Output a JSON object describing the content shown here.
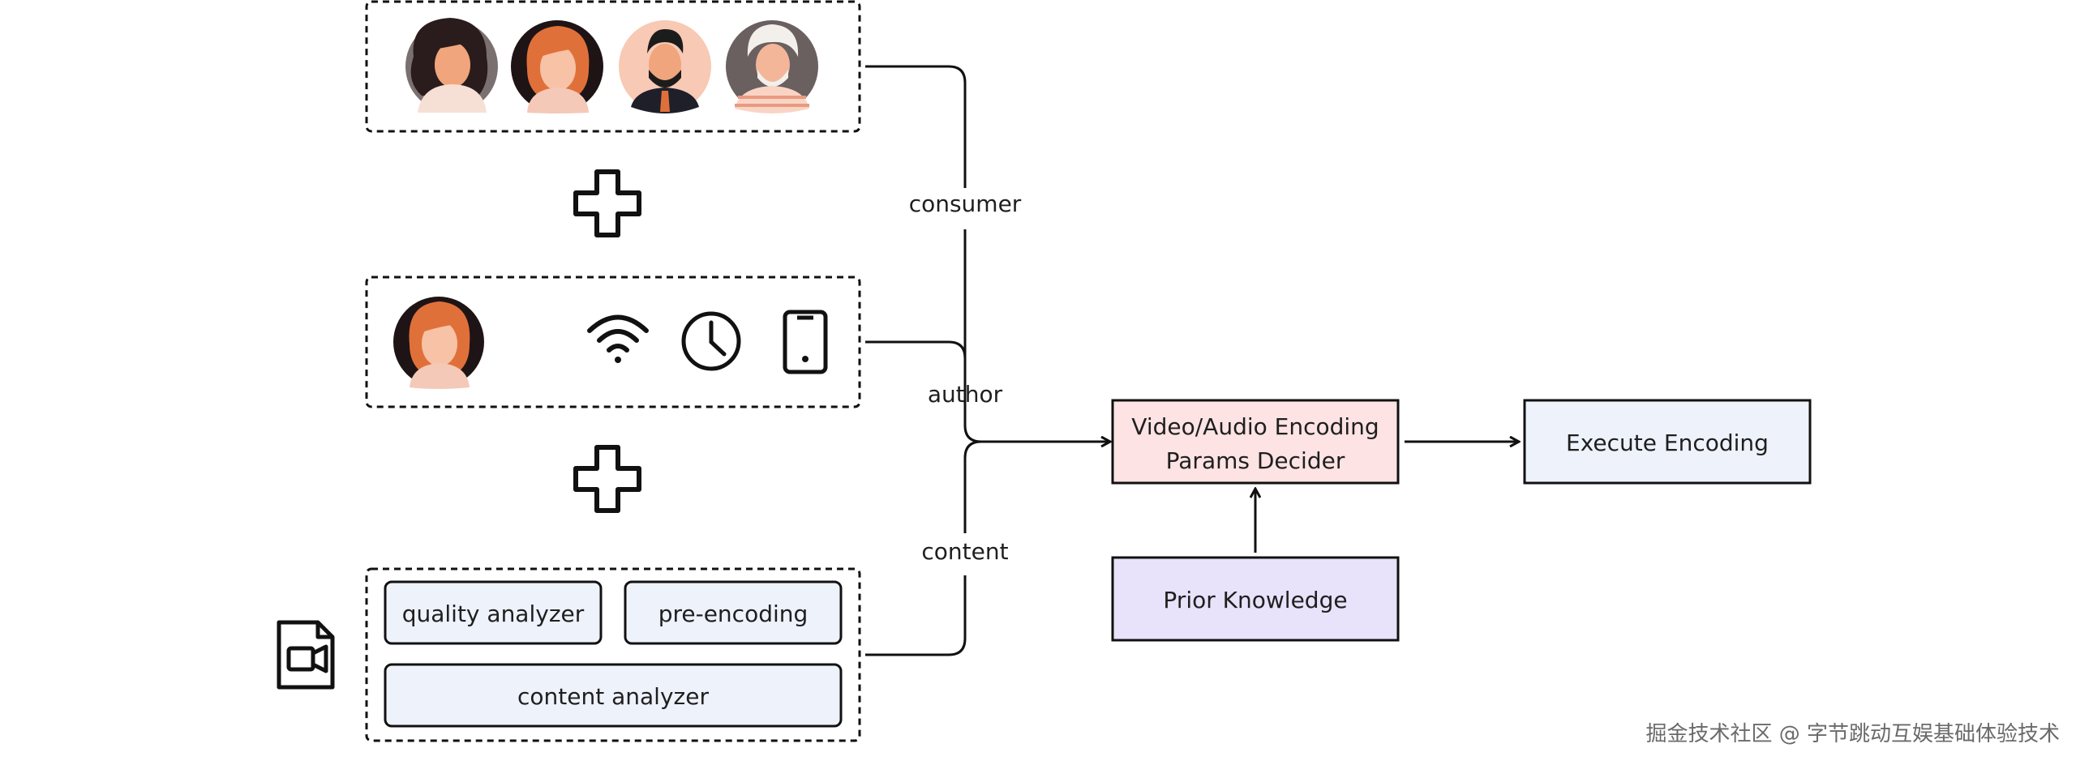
{
  "groups": {
    "consumer": {
      "label": "consumer"
    },
    "author": {
      "label": "author"
    },
    "content": {
      "label": "content",
      "analyzers": [
        "quality analyzer",
        "pre-encoding",
        "content analyzer"
      ]
    }
  },
  "decider": {
    "line1": "Video/Audio  Encoding",
    "line2": "Params Decider"
  },
  "execute": {
    "label": "Execute Encoding"
  },
  "prior": {
    "label": "Prior Knowledge"
  },
  "watermark": "掘金技术社区 @ 字节跳动互娱基础体验技术",
  "colors": {
    "decider_fill": "#fde3e3",
    "execute_fill": "#eef2fb",
    "prior_fill": "#e8e2fa",
    "analyzer_fill": "#eef2fb",
    "skin": "#f4b899",
    "hair_orange": "#e0703a"
  },
  "icons": {
    "consumer_avatars": [
      "avatar-woman-curly-icon",
      "avatar-woman-redhair-icon",
      "avatar-man-beard-icon",
      "avatar-man-whitehair-icon"
    ],
    "author_row": [
      "avatar-author-icon",
      "wifi-icon",
      "clock-icon",
      "smartphone-icon"
    ],
    "content_file": "video-file-icon",
    "plus": "plus-icon"
  }
}
